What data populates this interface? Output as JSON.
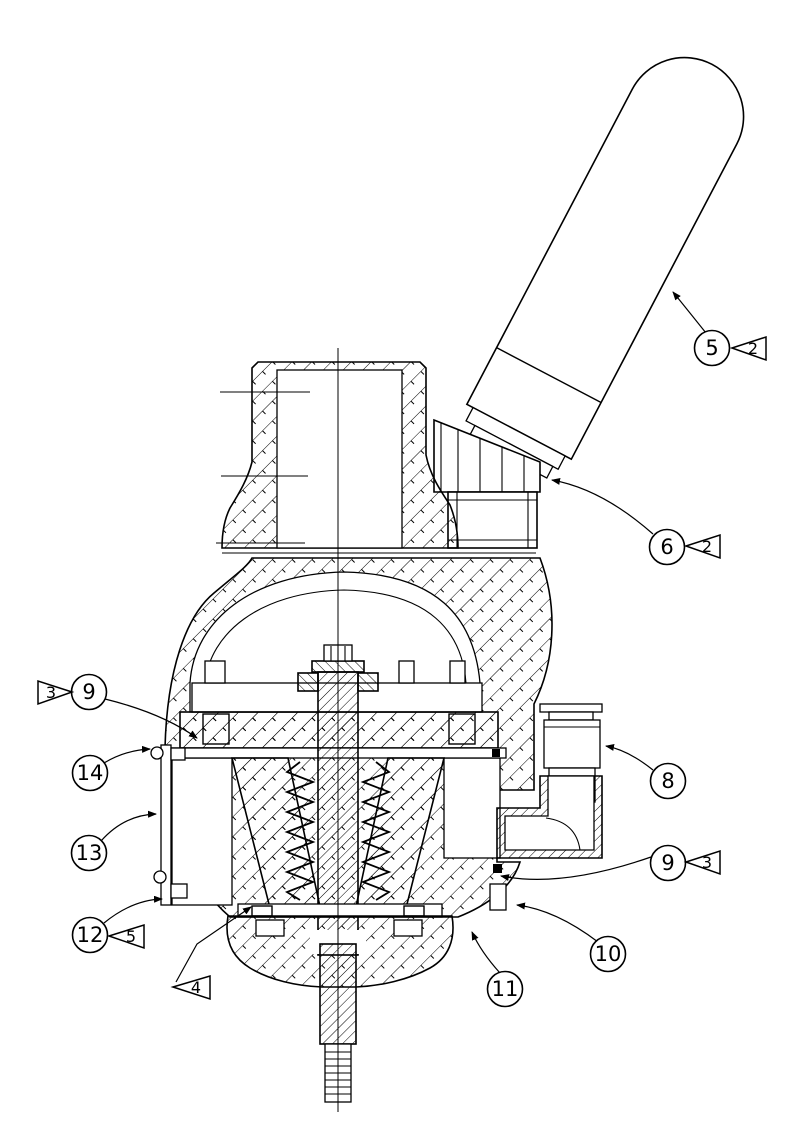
{
  "figure": {
    "type": "technical-cross-section-drawing",
    "background": "#ffffff",
    "line_color": "#000000",
    "callouts": [
      {
        "id": "5",
        "label": "5"
      },
      {
        "id": "6",
        "label": "6"
      },
      {
        "id": "8",
        "label": "8"
      },
      {
        "id": "9-right",
        "label": "9"
      },
      {
        "id": "10",
        "label": "10"
      },
      {
        "id": "11",
        "label": "11"
      },
      {
        "id": "12",
        "label": "12"
      },
      {
        "id": "13",
        "label": "13"
      },
      {
        "id": "14",
        "label": "14"
      },
      {
        "id": "9-left",
        "label": "9"
      }
    ],
    "flags": [
      {
        "id": "flag-2-handle",
        "label": "2"
      },
      {
        "id": "flag-2-mount",
        "label": "2"
      },
      {
        "id": "flag-3-left",
        "label": "3"
      },
      {
        "id": "flag-3-right",
        "label": "3"
      },
      {
        "id": "flag-5",
        "label": "5"
      },
      {
        "id": "flag-4",
        "label": "4"
      }
    ]
  }
}
